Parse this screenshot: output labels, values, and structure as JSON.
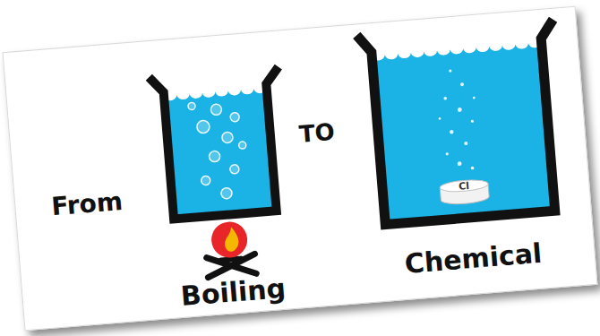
{
  "diagram": {
    "nodes": [
      {
        "text": [
          "Cl"
        ]
      }
    ],
    "labels": [
      "From",
      "TO",
      "Boiling",
      "Chemical"
    ]
  }
}
